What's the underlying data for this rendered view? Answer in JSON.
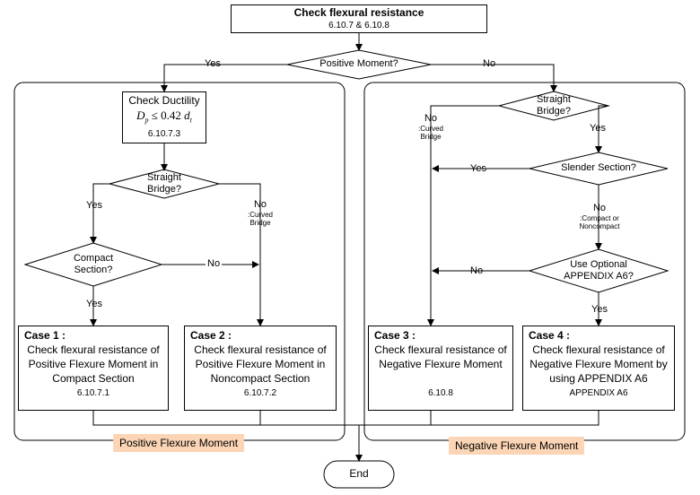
{
  "start": {
    "title": "Check flexural resistance",
    "ref": "6.10.7 & 6.10.8"
  },
  "d_moment": {
    "label": "Positive Moment?"
  },
  "branch_pos": {
    "label": "Yes"
  },
  "branch_neg": {
    "label": "No"
  },
  "ductility": {
    "title": "Check Ductility",
    "eq_lhs": "D",
    "eq_lhs_sub": "p",
    "eq_op": "≤ 0.42",
    "eq_rhs": "d",
    "eq_rhs_sub": "t",
    "ref": "6.10.7.3"
  },
  "d_straight_pos": {
    "line1": "Straight",
    "line2": "Bridge?"
  },
  "pos_yes1": "Yes",
  "pos_no1": {
    "line1": "No",
    "line2": ":Curved",
    "line3": "Bridge"
  },
  "d_compact": {
    "line1": "Compact",
    "line2": "Section?"
  },
  "pos_no2": "No",
  "pos_yes2": "Yes",
  "case1": {
    "title": "Case 1 :",
    "l1": "Check flexural resistance of",
    "l2": "Positive Flexure Moment in",
    "l3": "Compact Section",
    "ref": "6.10.7.1"
  },
  "case2": {
    "title": "Case 2 :",
    "l1": "Check flexural resistance of",
    "l2": "Positive Flexure Moment in",
    "l3": "Noncompact Section",
    "ref": "6.10.7.2"
  },
  "d_straight_neg": {
    "line1": "Straight",
    "line2": "Bridge?"
  },
  "neg_no1": {
    "line1": "No",
    "line2": ":Curved",
    "line3": "Bridge"
  },
  "neg_yes1": "Yes",
  "d_slender": {
    "label": "Slender Section?"
  },
  "neg_yes2": "Yes",
  "neg_no2": {
    "line1": "No",
    "line2": ":Compact or",
    "line3": "Noncompact"
  },
  "d_appendix": {
    "line1": "Use Optional",
    "line2": "APPENDIX A6?"
  },
  "neg_no3": "No",
  "neg_yes3": "Yes",
  "case3": {
    "title": "Case 3 :",
    "l1": "Check flexural resistance of",
    "l2": "Negative Flexure Moment",
    "ref": "6.10.8"
  },
  "case4": {
    "title": "Case 4 :",
    "l1": "Check flexural resistance of",
    "l2": "Negative Flexure Moment by",
    "l3": "using APPENDIX A6",
    "ref": "APPENDIX A6"
  },
  "group_pos": {
    "label": "Positive Flexure Moment"
  },
  "group_neg": {
    "label": "Negative Flexure Moment"
  },
  "end": {
    "label": "End"
  },
  "colors": {
    "tag_fill": "#fbd5b5",
    "stroke": "#000000"
  }
}
